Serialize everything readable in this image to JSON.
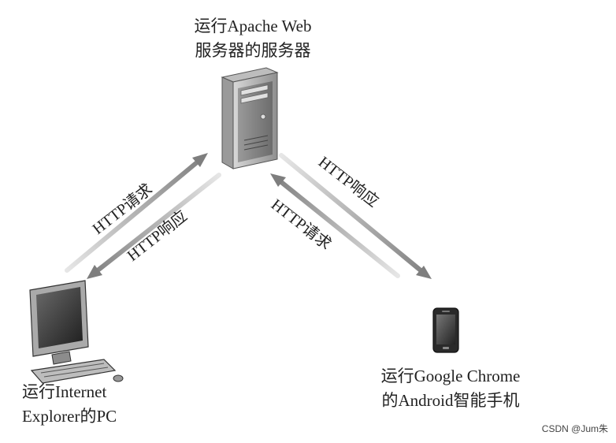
{
  "nodes": {
    "server": {
      "line1": "运行Apache Web",
      "line2": "服务器的服务器"
    },
    "pc": {
      "line1": "运行Internet",
      "line2": "Explorer的PC"
    },
    "phone": {
      "line1": "运行Google Chrome",
      "line2": "的Android智能手机"
    }
  },
  "edges": {
    "pc_request": "HTTP请求",
    "pc_response": "HTTP响应",
    "phone_response": "HTTP响应",
    "phone_request": "HTTP请求"
  },
  "watermark": "CSDN @Jum朱",
  "colors": {
    "arrow": "#8a8a8a",
    "arrow_faded": "#c9c9c9",
    "text": "#222222"
  }
}
